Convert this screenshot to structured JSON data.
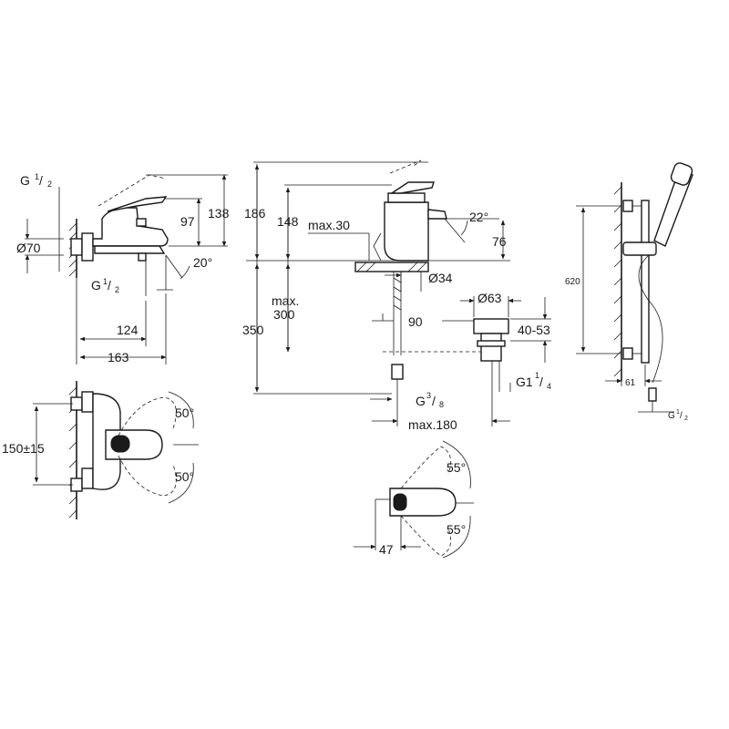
{
  "dimensions": {
    "g_half_top": "G",
    "g_half_top_frac_num": "1",
    "g_half_top_frac_den": "2",
    "d70": "Ø70",
    "d138": "138",
    "d97": "97",
    "g_half_bath": "G",
    "g_half_bath_num": "1",
    "g_half_bath_den": "2",
    "a20": "20°",
    "d124": "124",
    "d163": "163",
    "d150": "150±15",
    "a50_top": "50°",
    "a50_bot": "50°",
    "d186": "186",
    "d148": "148",
    "max30": "max.30",
    "a22": "22°",
    "d76": "76",
    "d34": "Ø34",
    "d63": "Ø63",
    "max300_a": "max.",
    "max300_b": "300",
    "d350": "350",
    "d90": "90",
    "d40_53": "40-53",
    "g114": "G1",
    "g114_num": "1",
    "g114_den": "4",
    "g38": "G",
    "g38_num": "3",
    "g38_den": "8",
    "max180": "max.180",
    "a55_top": "55°",
    "a55_bot": "55°",
    "d47": "47",
    "d620": "620",
    "d61": "61",
    "g_half_shower": "G",
    "g_half_shower_num": "1",
    "g_half_shower_den": "2"
  }
}
